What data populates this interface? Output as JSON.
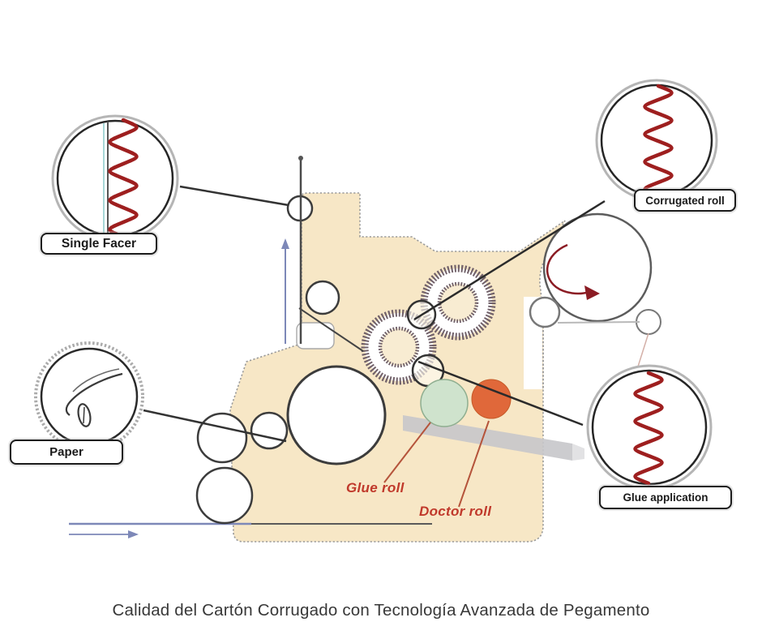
{
  "page": {
    "background": "#ffffff"
  },
  "caption": "Calidad del Cartón Corrugado con Tecnología Avanzada de Pegamento",
  "callouts": {
    "single_facer": {
      "label": "Single Facer"
    },
    "corrugated_roll": {
      "label": "Corrugated roll"
    },
    "paper": {
      "label": "Paper"
    },
    "glue_application": {
      "label": "Glue application"
    }
  },
  "inline_labels": {
    "glue_roll": "Glue roll",
    "doctor_roll": "Doctor roll"
  },
  "colors": {
    "machine_beige": "#f7e7c6",
    "outline_gray": "#9a9a9a",
    "dark_line": "#3c3c3c",
    "flute_red": "#9e1f1f",
    "doctor_orange": "#e0683a",
    "glue_green": "#cfe3cd",
    "paper_blue": "#7d88b8",
    "board_gray": "#c6c6ca",
    "gear_gray": "#72626a",
    "pointer_red": "#b5543b"
  }
}
